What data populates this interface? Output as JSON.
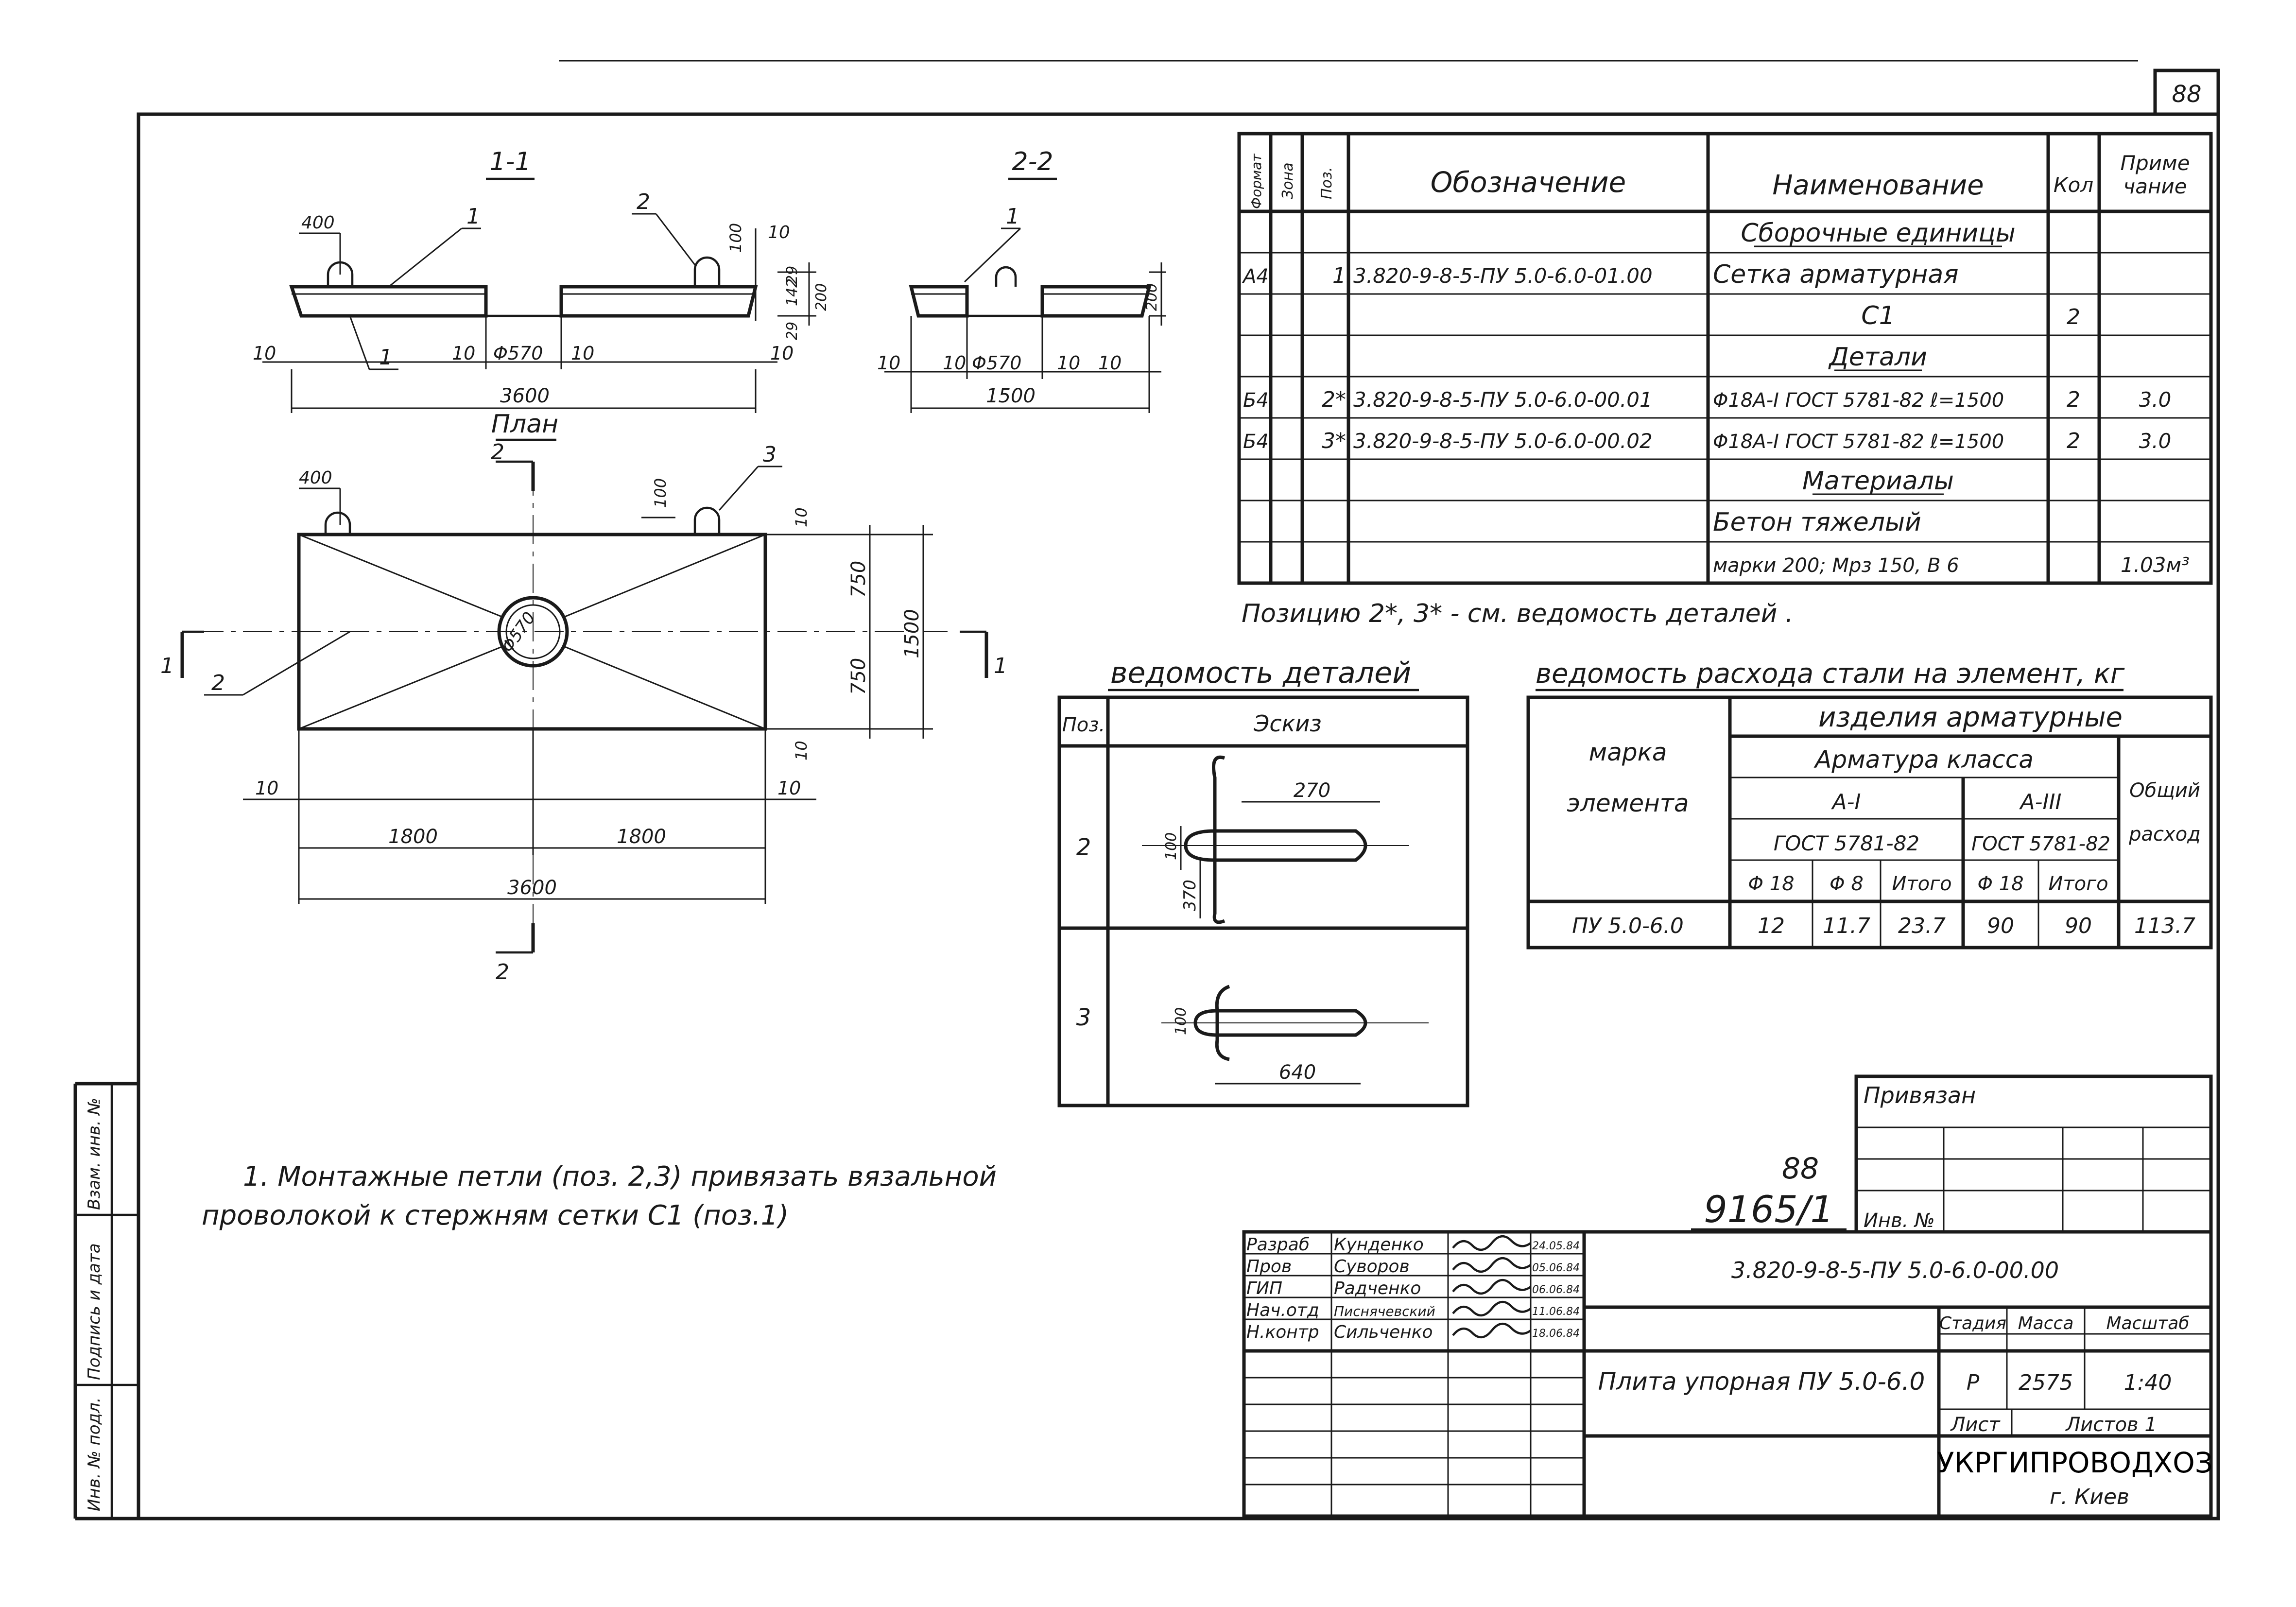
{
  "sheet_number": "88",
  "stamp": {
    "top": "88",
    "bottom": "9165/1"
  },
  "sections": {
    "s1": {
      "title": "1-1",
      "dims": {
        "loop_offset": "400",
        "loop_height": "100",
        "edge_top": "10",
        "thick_a": "29",
        "thick_b": "142",
        "thick_c": "29",
        "height": "200",
        "left_edge": "10",
        "hole_l": "10",
        "hole": "Φ570",
        "hole_r": "10",
        "right_edge": "10",
        "length": "3600"
      },
      "pos_labels": [
        "1",
        "2",
        "1"
      ]
    },
    "s2": {
      "title": "2-2",
      "dims": {
        "height": "200",
        "left_edge": "10",
        "hole_l": "10",
        "hole": "Φ570",
        "hole_r": "10",
        "right_edge": "10",
        "length": "1500"
      },
      "pos_label": "1"
    }
  },
  "plan": {
    "title": "План",
    "section_marks": {
      "top": "2",
      "bottom": "2",
      "left": "1",
      "right": "1"
    },
    "hole": "Φ570",
    "pos_labels": {
      "loop": "3",
      "left": "2"
    },
    "dims": {
      "loop_offset": "400",
      "loop_height": "100",
      "top_edge": "10",
      "half_a": "750",
      "half_b": "750",
      "width": "1500",
      "bottom_edge": "10",
      "left_edge": "10",
      "right_edge": "10",
      "half_l": "1800",
      "half_r": "1800",
      "length": "3600"
    }
  },
  "spec": {
    "headers": {
      "format": "Формат",
      "zone": "Зона",
      "pos": "Поз.",
      "designation": "Обозначение",
      "name": "Наименование",
      "qty": "Кол",
      "note": "Приме\nчание"
    },
    "rows": [
      {
        "format": "",
        "pos": "",
        "designation": "",
        "name": "Сборочные единицы",
        "qty": "",
        "note": "",
        "kind": "section"
      },
      {
        "format": "А4",
        "pos": "1",
        "designation": "3.820-9-8-5-ПУ 5.0-6.0-01.00",
        "name": "Сетка арматурная",
        "qty": "",
        "note": "",
        "kind": "item"
      },
      {
        "format": "",
        "pos": "",
        "designation": "",
        "name": "С1",
        "qty": "2",
        "note": "",
        "kind": "center"
      },
      {
        "format": "",
        "pos": "",
        "designation": "",
        "name": "Детали",
        "qty": "",
        "note": "",
        "kind": "section"
      },
      {
        "format": "Б4",
        "pos": "2*",
        "designation": "3.820-9-8-5-ПУ 5.0-6.0-00.01",
        "name": "Φ18А-I ГОСТ 5781-82 ℓ=1500",
        "qty": "2",
        "note": "3.0",
        "kind": "item"
      },
      {
        "format": "Б4",
        "pos": "3*",
        "designation": "3.820-9-8-5-ПУ 5.0-6.0-00.02",
        "name": "Φ18А-I ГОСТ 5781-82 ℓ=1500",
        "qty": "2",
        "note": "3.0",
        "kind": "item"
      },
      {
        "format": "",
        "pos": "",
        "designation": "",
        "name": "Материалы",
        "qty": "",
        "note": "",
        "kind": "section"
      },
      {
        "format": "",
        "pos": "",
        "designation": "",
        "name": "Бетон тяжелый",
        "qty": "",
        "note": "",
        "kind": "item"
      },
      {
        "format": "",
        "pos": "",
        "designation": "",
        "name": "марки 200; Мрз 150, В 6",
        "qty": "",
        "note": "1.03м³",
        "kind": "item"
      }
    ],
    "footnote": "Позицию 2*, 3* - см. ведомость деталей ."
  },
  "details": {
    "title": "ведомость деталей",
    "head_pos": "Поз.",
    "head_sketch": "Эскиз",
    "rows": [
      {
        "pos": "2",
        "d1": "270",
        "d2": "100",
        "d3": "370"
      },
      {
        "pos": "3",
        "d1": "100",
        "d2": "640"
      }
    ]
  },
  "steel": {
    "title": "ведомость расхода стали на элемент, кг",
    "h_mark": "марка\nэлемента",
    "h_items": "изделия арматурные",
    "h_class": "Арматура класса",
    "h_a1": "А-I",
    "h_a3": "А-III",
    "h_gost1": "ГОСТ 5781-82",
    "h_gost3": "ГОСТ 5781-82",
    "h_total": "Общий\nрасход",
    "cols": [
      "Φ 18",
      "Φ 8",
      "Итого",
      "Φ 18",
      "Итого"
    ],
    "row": {
      "mark": "ПУ 5.0-6.0",
      "values": [
        "12",
        "11.7",
        "23.7",
        "90",
        "90"
      ],
      "total": "113.7"
    }
  },
  "note_text": [
    "1. Монтажные петли (поз. 2,3) привязать вязальной",
    "проволокой к стержням сетки С1 (поз.1)"
  ],
  "binding": {
    "label": "Привязан",
    "inv": "Инв. №"
  },
  "margin_labels": [
    "Инв. № подл.",
    "Подпись и дата",
    "Взам. инв. №"
  ],
  "title_block": {
    "people": [
      {
        "role": "Разраб",
        "name": "Кунденко",
        "date": "24.05.84"
      },
      {
        "role": "Пров",
        "name": "Суворов",
        "date": "05.06.84"
      },
      {
        "role": "ГИП",
        "name": "Радченко",
        "date": "06.06.84"
      },
      {
        "role": "Нач.отд",
        "name": "Писнячевский",
        "date": "11.06.84"
      },
      {
        "role": "Н.контр",
        "name": "Сильченко",
        "date": "18.06.84"
      }
    ],
    "code": "3.820-9-8-5-ПУ 5.0-6.0-00.00",
    "title": "Плита упорная ПУ 5.0-6.0",
    "h_stage": "Стадия",
    "h_mass": "Масса",
    "h_scale": "Масштаб",
    "stage": "Р",
    "mass": "2575",
    "scale": "1:40",
    "sheet_label": "Лист",
    "sheets_label": "Листов 1",
    "org": "УКРГИПРОВОДХОЗ",
    "city": "г. Киев"
  }
}
